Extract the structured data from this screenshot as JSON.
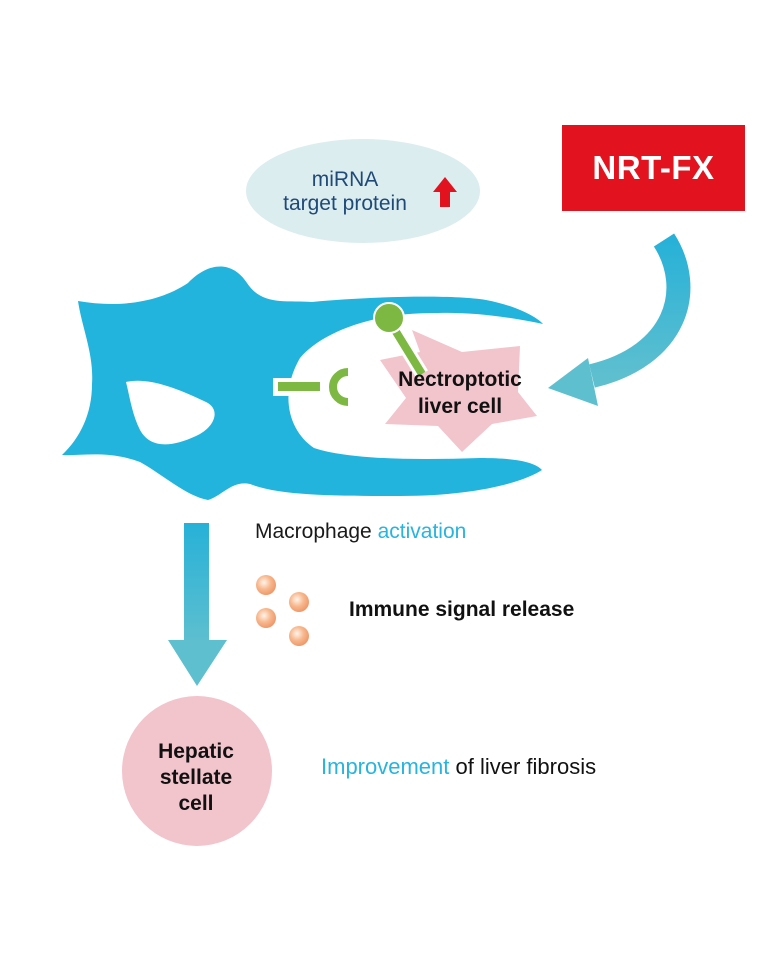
{
  "labels": {
    "drug": "NRT-FX",
    "mirna_line1": "miRNA",
    "mirna_line2": "target protein",
    "necro_line1": "Nectroptotic",
    "necro_line2": "liver cell",
    "macrophage": "Macrophage",
    "activation": "activation",
    "immune": "Immune signal release",
    "improvement": "Improvement",
    "of_liver_fibrosis": "of liver fibrosis",
    "hsc_line1": "Hepatic",
    "hsc_line2": "stellate",
    "hsc_line3": "cell"
  },
  "icons": {
    "up_arrow": "up-arrow-icon",
    "particles": "immune-particle-icon"
  },
  "colors": {
    "macrophage": "#22b4dd",
    "drug_box": "#e2131f",
    "up_arrow": "#e2131f",
    "necrotic_cell": "#f2c4cc",
    "receptor": "#7db843",
    "mirna_bubble": "#dcedef",
    "arrow_top": "#27b1d8",
    "arrow_bottom": "#5ebfcf",
    "particle": "#f4a677",
    "text_dark": "#111111",
    "text_blue": "#1f4a78",
    "accent": "#27b4de"
  }
}
